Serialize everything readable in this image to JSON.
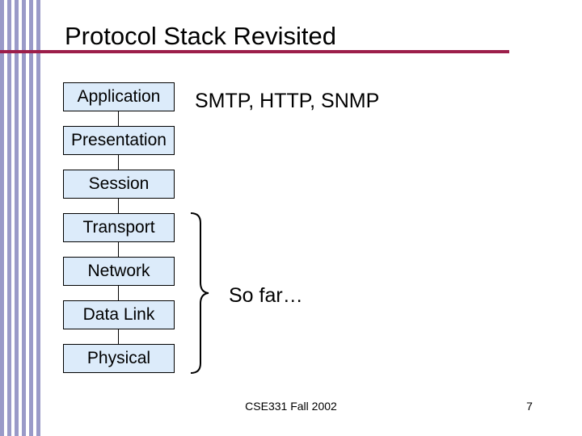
{
  "slide": {
    "title": "Protocol Stack Revisited",
    "layers": [
      {
        "label": "Application"
      },
      {
        "label": "Presentation"
      },
      {
        "label": "Session"
      },
      {
        "label": "Transport"
      },
      {
        "label": "Network"
      },
      {
        "label": "Data Link"
      },
      {
        "label": "Physical"
      }
    ],
    "application_protocols": "SMTP, HTTP, SNMP",
    "brace_note": "So far…",
    "footer": "CSE331 Fall 2002",
    "page_number": "7"
  },
  "colors": {
    "stripe": "#9a9ac8",
    "title_rule": "#9c1e4a",
    "layer_fill": "#dcebfa"
  }
}
